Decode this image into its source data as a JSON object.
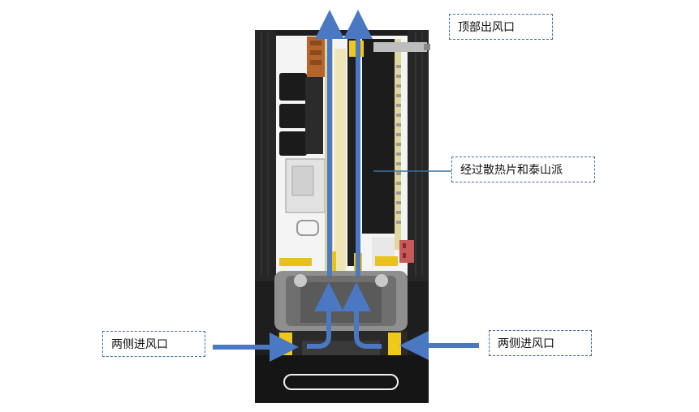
{
  "labels": {
    "top_outlet": "顶部出风口",
    "heatsink_path": "经过散热片和泰山派",
    "left_inlet": "两侧进风口",
    "right_inlet": "两侧进风口"
  },
  "colors": {
    "airflow_arrow": "#4a78c2",
    "enclosure": "#1a1a1a",
    "fan_housing": "#8f8f8f",
    "rail_yellow": "#e6c21a",
    "board": "#2a2a2a",
    "label_border": "#3c6fa0",
    "leader_line": "#3c6fa0",
    "connector_red": "#c45a5a"
  }
}
